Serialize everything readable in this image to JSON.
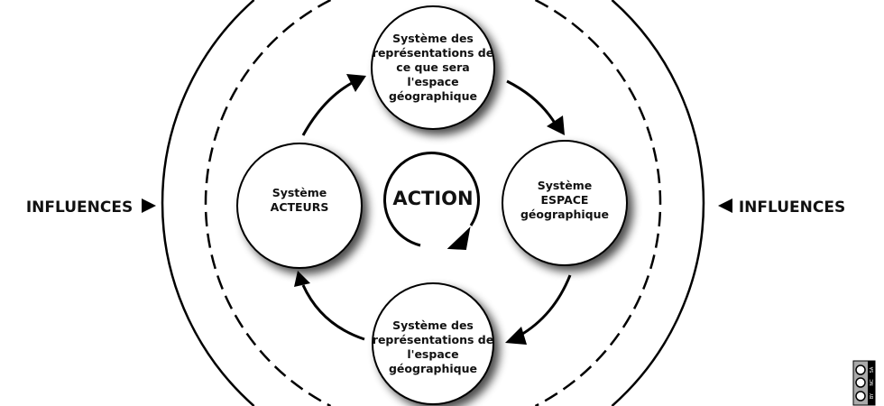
{
  "influences_left": "INFLUENCES",
  "influences_right": "INFLUENCES",
  "center": "ACTION",
  "nodes": {
    "top": [
      "Système des",
      "représentations de",
      "ce que sera",
      "l'espace",
      "géographique"
    ],
    "left": [
      "Système",
      "ACTEURS"
    ],
    "right": [
      "Système",
      "ESPACE",
      "géographique"
    ],
    "bottom": [
      "Système des",
      "représentations de",
      "l'espace",
      "géographique"
    ]
  },
  "license_badge": [
    "BY",
    "NC",
    "SA"
  ]
}
